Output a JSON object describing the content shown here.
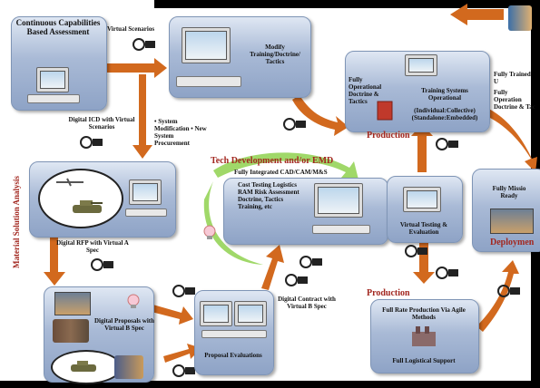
{
  "diagram": {
    "capabilities_title": "Continuous Capabilities Based Assessment",
    "virtual_scenarios": "Virtual Scenarios",
    "modify_training": "Modify Training/Doctrine/ Tactics",
    "digital_icd": "Digital ICD with Virtual Scenarios",
    "system_mods": "• System Modification • New System Procurement",
    "material_solution": "Material Solution Analysis",
    "digital_rfp": "Digital RFP with Virtual A Spec",
    "tech_dev_title": "Tech Development and/or EMD",
    "fully_integrated": "Fully Integrated CAD/CAM/M&S",
    "tech_list": "Cost Testing Logistics RAM Risk Assessment Doctrine, Tactics Training, etc",
    "virtual_testing": "Virtual Testing & Evaluation",
    "digital_proposals": "Digital Proposals with Virtual B Spec",
    "proposal_evaluations": "Proposal Evaluations",
    "digital_contract": "Digital Contract with Virtual B Spec",
    "production_top": "Production",
    "fully_operational_doctrine": "Fully Operational Doctrine & Tactics",
    "training_systems": "Training Systems Operational",
    "individual_collective": "(Individual:Collective) (Standalone:Embedded)",
    "fully_trained": "Fully Trained U",
    "fully_operational_right": "Fully Operation Doctrine & Tac",
    "fully_mission_ready": "Fully Missio Ready",
    "deployment": "Deploymen",
    "production_bottom": "Production",
    "full_rate_production": "Full Rate Production Via Agile Methods",
    "full_logistical_support": "Full Logistical Support"
  },
  "colors": {
    "arrow_orange": "#d2691e",
    "box_blue": "#9aaccb",
    "heading_red": "#a2271f",
    "cycle_green": "#8fd14f"
  },
  "icons": [
    "monitor-icon",
    "keyboard-icon",
    "drone-icon",
    "tank-icon",
    "lightbulb-icon",
    "cam-logo-icon",
    "document-icon",
    "factory-icon",
    "soldier-icon"
  ]
}
